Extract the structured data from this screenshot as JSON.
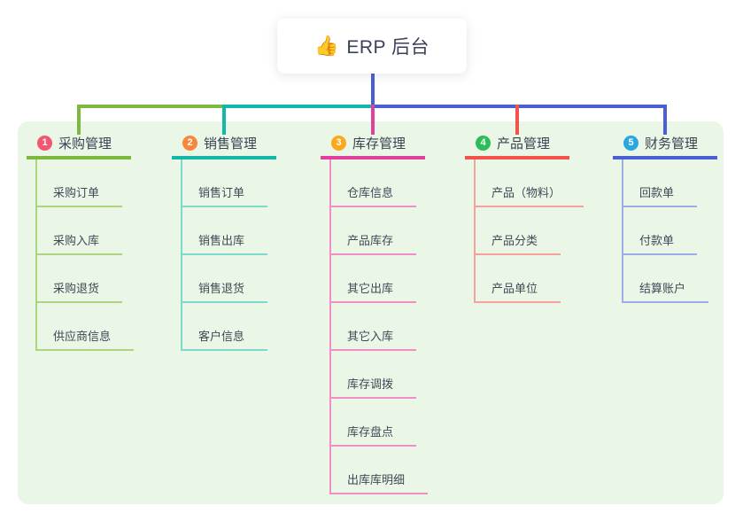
{
  "root": {
    "icon": "👍",
    "title": "ERP 后台"
  },
  "branches": [
    {
      "index": "1",
      "label": "采购管理",
      "badge_color": "#f25670",
      "line_color": "#7cb93e",
      "child_line_color": "#abd57f",
      "children": [
        "采购订单",
        "采购入库",
        "采购退货",
        "供应商信息"
      ]
    },
    {
      "index": "2",
      "label": "销售管理",
      "badge_color": "#f8873b",
      "line_color": "#12b7aa",
      "child_line_color": "#7fd8cc",
      "children": [
        "销售订单",
        "销售出库",
        "销售退货",
        "客户信息"
      ]
    },
    {
      "index": "3",
      "label": "库存管理",
      "badge_color": "#fba91c",
      "line_color": "#e0419e",
      "child_line_color": "#f08fc7",
      "children": [
        "仓库信息",
        "产品库存",
        "其它出库",
        "其它入库",
        "库存调拨",
        "库存盘点",
        "出库库明细"
      ]
    },
    {
      "index": "4",
      "label": "产品管理",
      "badge_color": "#2abd58",
      "line_color": "#f4524c",
      "child_line_color": "#f8a19b",
      "children": [
        "产品（物料）",
        "产品分类",
        "产品单位"
      ]
    },
    {
      "index": "5",
      "label": "财务管理",
      "badge_color": "#2ba7e0",
      "line_color": "#4a5fd4",
      "child_line_color": "#9dade6",
      "children": [
        "回款单",
        "付款单",
        "结算账户"
      ]
    }
  ],
  "colors": {
    "root_line": "#4a5fd4",
    "panel_bg": "#eaf6e6"
  }
}
